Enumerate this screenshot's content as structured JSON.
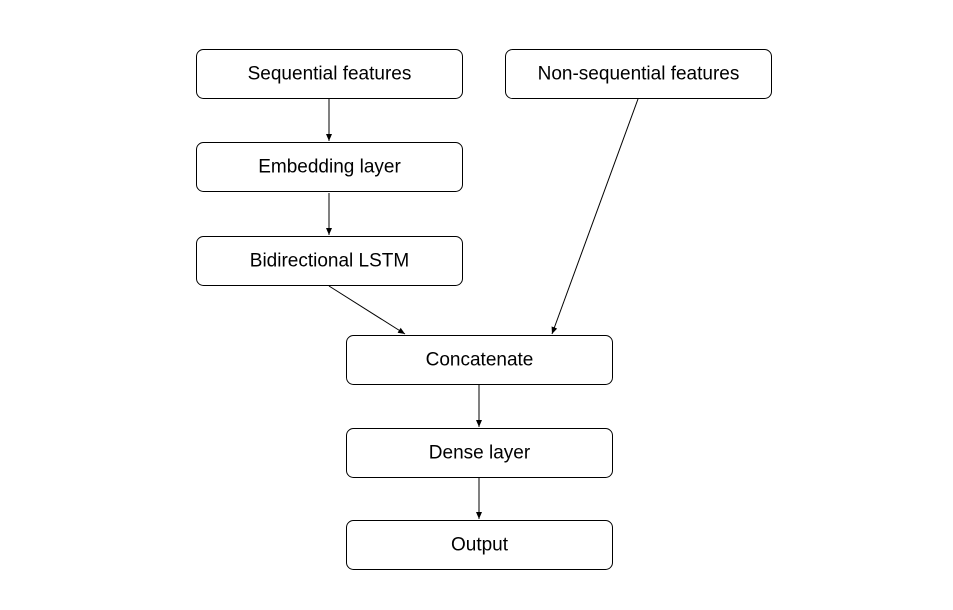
{
  "diagram": {
    "nodes": [
      {
        "id": "seq",
        "label": "Sequential features"
      },
      {
        "id": "nonseq",
        "label": "Non-sequential features"
      },
      {
        "id": "embed",
        "label": "Embedding layer"
      },
      {
        "id": "bilstm",
        "label": "Bidirectional LSTM"
      },
      {
        "id": "concat",
        "label": "Concatenate"
      },
      {
        "id": "dense",
        "label": "Dense layer"
      },
      {
        "id": "output",
        "label": "Output"
      }
    ],
    "edges": [
      {
        "from": "seq",
        "to": "embed"
      },
      {
        "from": "embed",
        "to": "bilstm"
      },
      {
        "from": "bilstm",
        "to": "concat"
      },
      {
        "from": "nonseq",
        "to": "concat"
      },
      {
        "from": "concat",
        "to": "dense"
      },
      {
        "from": "dense",
        "to": "output"
      }
    ],
    "colors": {
      "stroke": "#000000",
      "fill": "#ffffff",
      "text": "#000000"
    }
  }
}
